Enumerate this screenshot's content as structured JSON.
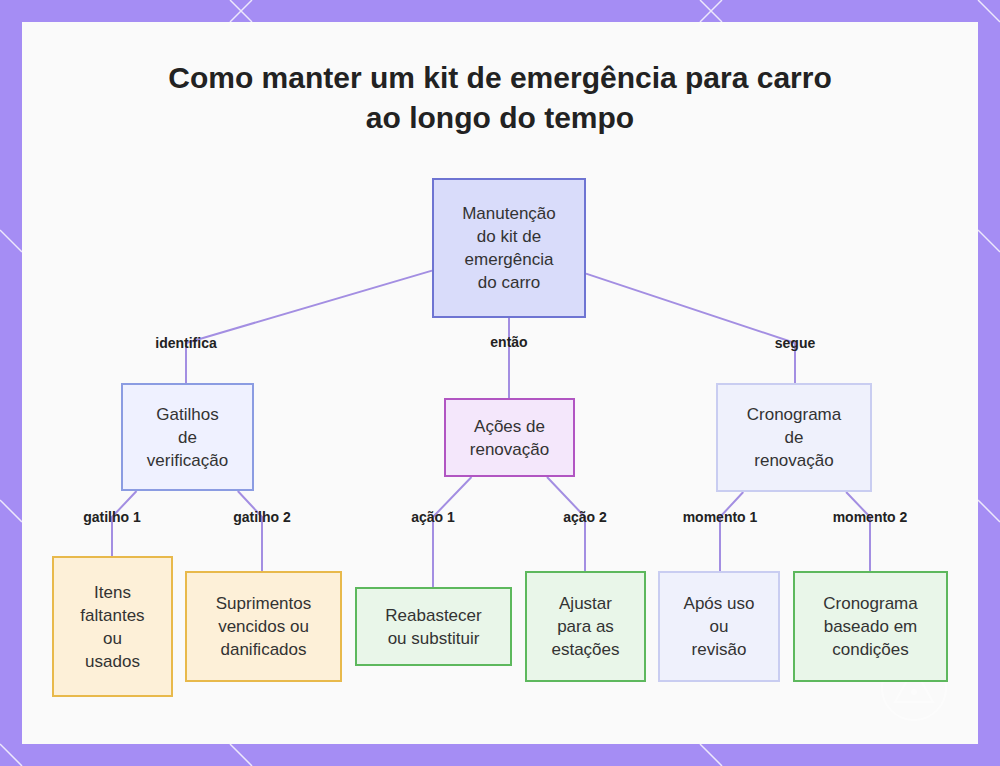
{
  "diagram": {
    "title": "Como manter um kit de emergência para carro ao longo do tempo",
    "nodes": [
      {
        "text": [
          "Manutenção do kit de emergência do carro"
        ]
      },
      {
        "text": [
          "Gatilhos de verificação"
        ]
      },
      {
        "text": [
          "Ações de renovação"
        ]
      },
      {
        "text": [
          "Cronograma de renovação"
        ]
      },
      {
        "text": [
          "Itens faltantes ou usados"
        ]
      },
      {
        "text": [
          "Suprimentos vencidos ou danificados"
        ]
      },
      {
        "text": [
          "Reabastecer ou substituir"
        ]
      },
      {
        "text": [
          "Ajustar para as estações"
        ]
      },
      {
        "text": [
          "Após uso ou revisão"
        ]
      },
      {
        "text": [
          "Cronograma baseado em condições"
        ]
      }
    ],
    "edges": [
      {
        "from": 0,
        "to": 1,
        "arrow": "none",
        "label": "identifica"
      },
      {
        "from": 0,
        "to": 2,
        "arrow": "none",
        "label": "então"
      },
      {
        "from": 0,
        "to": 3,
        "arrow": "none",
        "label": "segue"
      },
      {
        "from": 1,
        "to": 4,
        "arrow": "none",
        "label": "gatilho 1"
      },
      {
        "from": 1,
        "to": 5,
        "arrow": "none",
        "label": "gatilho 2"
      },
      {
        "from": 2,
        "to": 6,
        "arrow": "none",
        "label": "ação 1"
      },
      {
        "from": 2,
        "to": 7,
        "arrow": "none",
        "label": "ação 2"
      },
      {
        "from": 3,
        "to": 8,
        "arrow": "none",
        "label": "momento 1"
      },
      {
        "from": 3,
        "to": 9,
        "arrow": "none",
        "label": "momento 2"
      }
    ]
  }
}
